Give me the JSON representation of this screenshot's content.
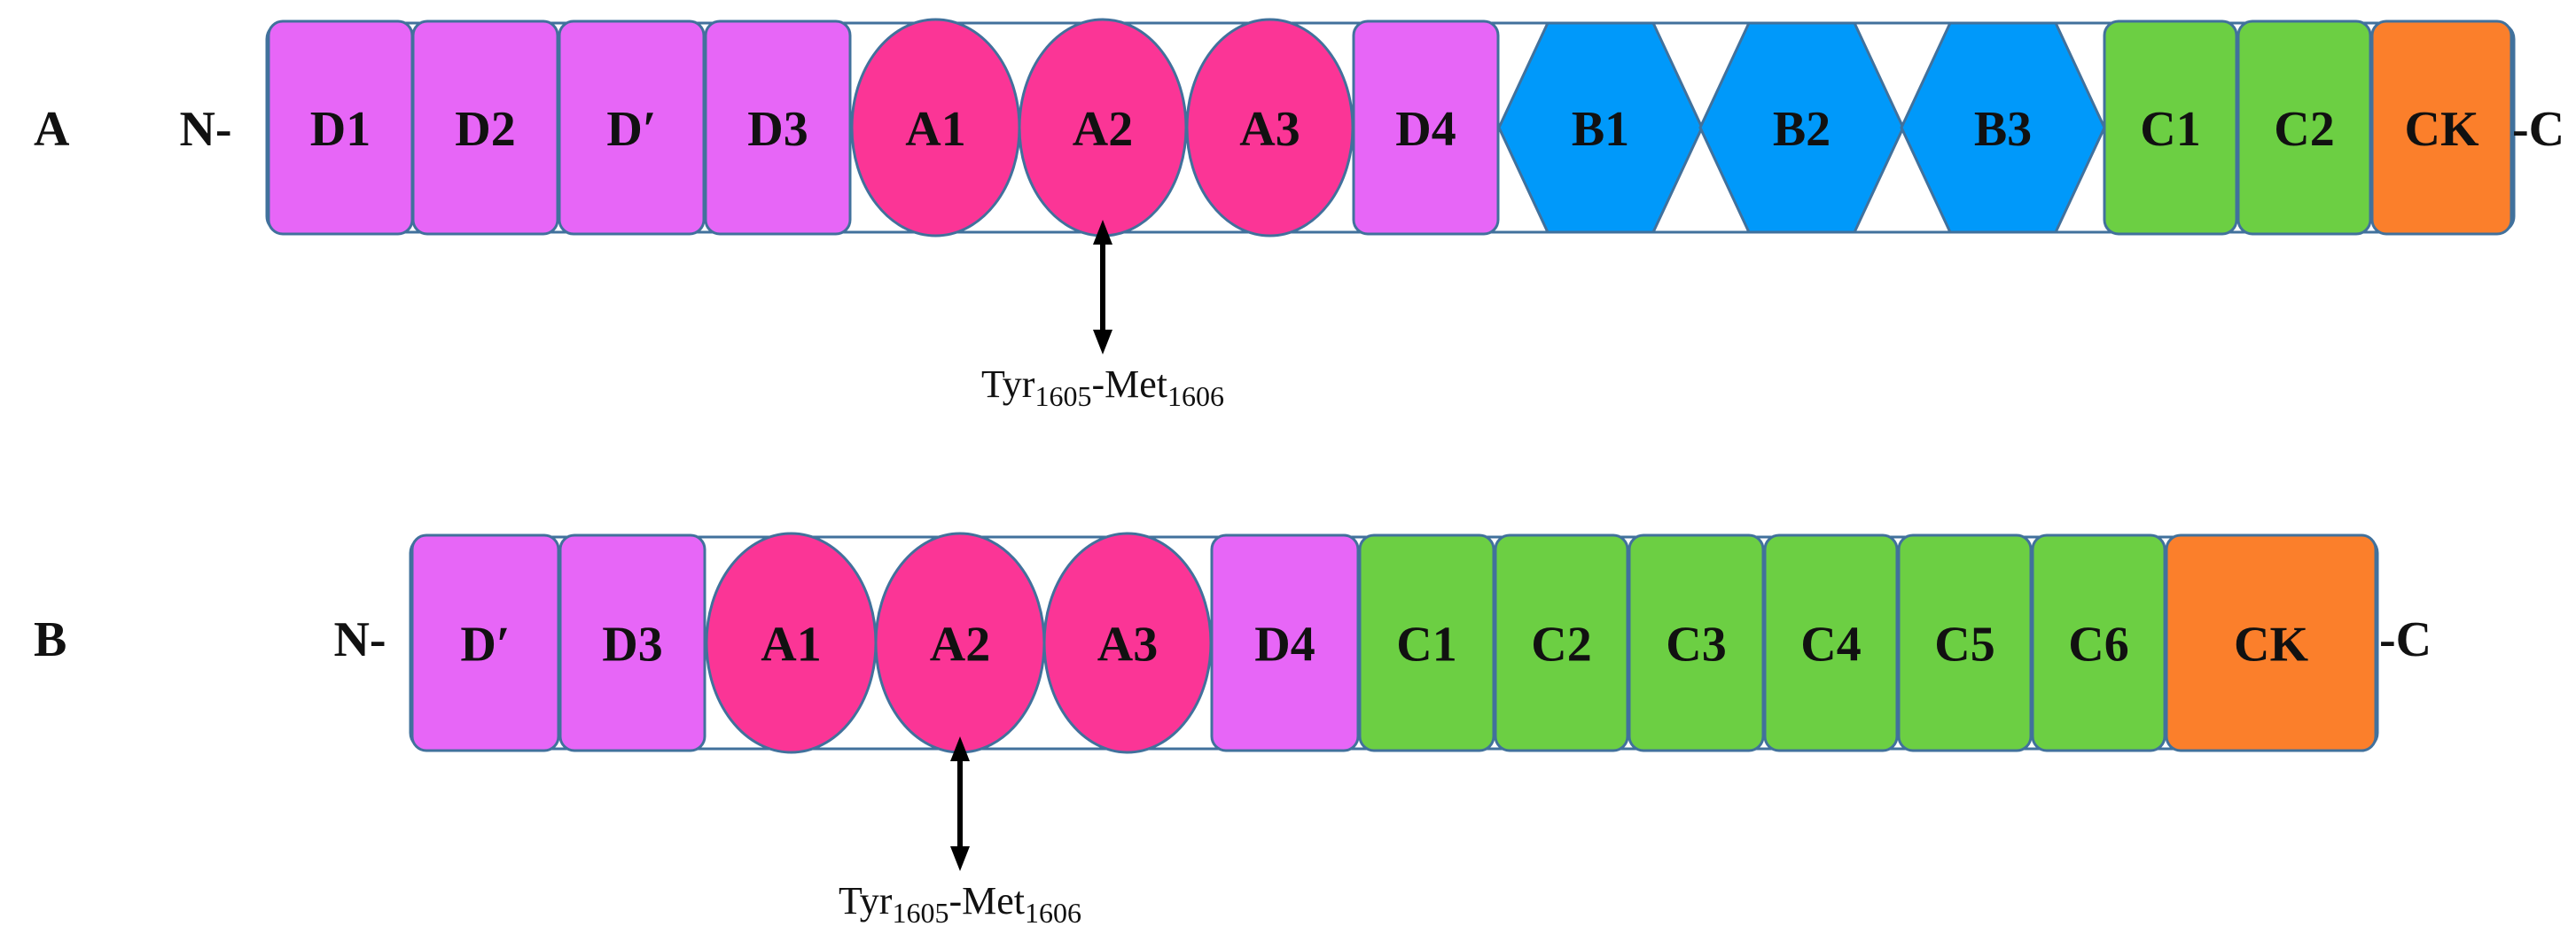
{
  "colors": {
    "d_domain": "#e766f7",
    "a_domain": "#fb3596",
    "b_domain": "#0099fa",
    "c_domain": "#6ccf43",
    "ck_domain": "#fb7f2b",
    "outline": "#41719c",
    "text": "#111111"
  },
  "panels": [
    {
      "id": "A",
      "label": "A",
      "n_terminus": "N-",
      "c_terminus": "-C",
      "domains": [
        {
          "label": "D1",
          "shape": "rect",
          "color_key": "d_domain"
        },
        {
          "label": "D2",
          "shape": "rect",
          "color_key": "d_domain"
        },
        {
          "label": "D′",
          "shape": "rect",
          "color_key": "d_domain"
        },
        {
          "label": "D3",
          "shape": "rect",
          "color_key": "d_domain"
        },
        {
          "label": "A1",
          "shape": "ellipse",
          "color_key": "a_domain"
        },
        {
          "label": "A2",
          "shape": "ellipse",
          "color_key": "a_domain"
        },
        {
          "label": "A3",
          "shape": "ellipse",
          "color_key": "a_domain"
        },
        {
          "label": "D4",
          "shape": "rect",
          "color_key": "d_domain"
        },
        {
          "label": "B1",
          "shape": "hexagon",
          "color_key": "b_domain"
        },
        {
          "label": "B2",
          "shape": "hexagon",
          "color_key": "b_domain"
        },
        {
          "label": "B3",
          "shape": "hexagon",
          "color_key": "b_domain"
        },
        {
          "label": "C1",
          "shape": "rect",
          "color_key": "c_domain"
        },
        {
          "label": "C2",
          "shape": "rect",
          "color_key": "c_domain"
        },
        {
          "label": "CK",
          "shape": "rect",
          "color_key": "ck_domain"
        }
      ],
      "cleavage": {
        "domain": "A2",
        "residue1": "Tyr",
        "pos1": "1605",
        "separator": "-",
        "residue2": "Met",
        "pos2": "1606"
      }
    },
    {
      "id": "B",
      "label": "B",
      "n_terminus": "N-",
      "c_terminus": "-C",
      "domains": [
        {
          "label": "D′",
          "shape": "rect",
          "color_key": "d_domain"
        },
        {
          "label": "D3",
          "shape": "rect",
          "color_key": "d_domain"
        },
        {
          "label": "A1",
          "shape": "ellipse",
          "color_key": "a_domain"
        },
        {
          "label": "A2",
          "shape": "ellipse",
          "color_key": "a_domain"
        },
        {
          "label": "A3",
          "shape": "ellipse",
          "color_key": "a_domain"
        },
        {
          "label": "D4",
          "shape": "rect",
          "color_key": "d_domain"
        },
        {
          "label": "C1",
          "shape": "rect",
          "color_key": "c_domain"
        },
        {
          "label": "C2",
          "shape": "rect",
          "color_key": "c_domain"
        },
        {
          "label": "C3",
          "shape": "rect",
          "color_key": "c_domain"
        },
        {
          "label": "C4",
          "shape": "rect",
          "color_key": "c_domain"
        },
        {
          "label": "C5",
          "shape": "rect",
          "color_key": "c_domain"
        },
        {
          "label": "C6",
          "shape": "rect",
          "color_key": "c_domain"
        },
        {
          "label": "CK",
          "shape": "rect",
          "color_key": "ck_domain"
        }
      ],
      "cleavage": {
        "domain": "A2",
        "residue1": "Tyr",
        "pos1": "1605",
        "separator": "-",
        "residue2": "Met",
        "pos2": "1606"
      }
    }
  ]
}
